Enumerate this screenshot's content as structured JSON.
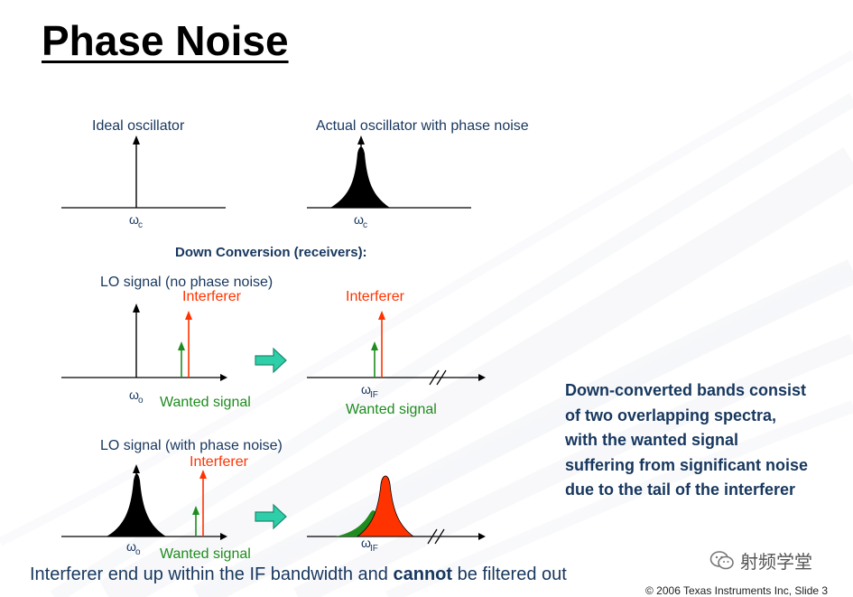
{
  "title": "Phase Noise",
  "top": {
    "ideal_label": "Ideal oscillator",
    "actual_label": "Actual oscillator with phase noise",
    "omega": "ω",
    "sub_c": "c"
  },
  "down_conversion_label": "Down Conversion (receivers):",
  "row1": {
    "lo_label": "LO signal (no phase noise)",
    "interferer": "Interferer",
    "wanted": "Wanted signal",
    "omega": "ω",
    "sub_o": "o",
    "sub_if": "IF"
  },
  "row2": {
    "lo_label": "LO signal (with phase noise)",
    "interferer": "Interferer",
    "wanted": "Wanted signal",
    "omega": "ω",
    "sub_o": "o",
    "sub_if": "IF"
  },
  "side_note": "Down-converted bands consist of two overlapping spectra, with the wanted signal suffering from significant noise due to the tail of the interferer",
  "bottom": {
    "part1": "Interferer end up within the IF bandwidth and ",
    "bold": "cannot",
    "part2": " be filtered out"
  },
  "watermark": "射频学堂",
  "copyright": "© 2006 Texas Instruments Inc, Slide 3",
  "colors": {
    "navy": "#17375e",
    "interferer_red": "#ff3300",
    "wanted_green": "#1e8c1e",
    "arrow_teal": "#2ecfa8",
    "spectrum_black": "#000000"
  }
}
